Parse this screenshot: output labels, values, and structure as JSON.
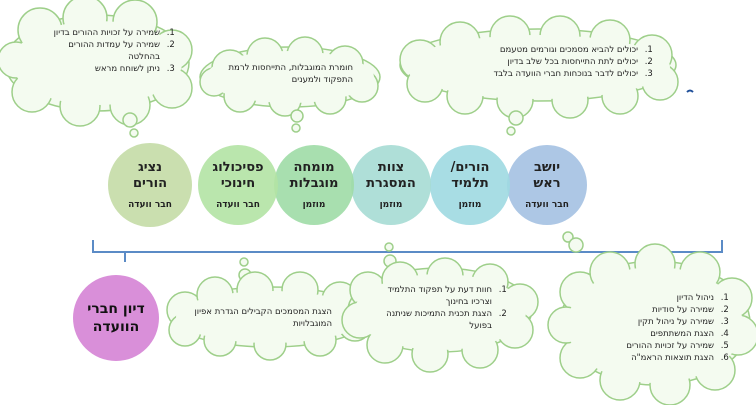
{
  "roles": [
    {
      "title1": "יושב",
      "title2": "ראש",
      "sub": "חבר וועדה"
    },
    {
      "title1": "הורים/",
      "title2": "תלמיד",
      "sub": "מוזמן"
    },
    {
      "title1": "צוות",
      "title2": "המסגרת",
      "sub": "מוזמן"
    },
    {
      "title1": "מומחה",
      "title2": "מוגבלות",
      "sub": "מוזמן"
    },
    {
      "title1": "פסיכולוג",
      "title2": "חינוכי",
      "sub": "חבר וועדה"
    },
    {
      "title1": "נציג",
      "title2": "הורים",
      "sub": "חבר וועדה"
    }
  ],
  "clouds": {
    "parent_rep": [
      "שמירה על זכויות ההורים בדיון",
      "שמירה על עמדות ההורים בהחלטה",
      "ניתן לשוחח מראש"
    ],
    "expert": "חומרת המוגבלות, התייחסות לרמת התפקוד ולמענים",
    "parents": [
      "יכולים להביא מסמכים וגורמים מטעמם",
      "יכולים לתת התייחסות בכל שלב בדיון",
      "יכולים לדבר בנוכחות חברי הוועדה בלבד"
    ],
    "psychologist": "הצגת המסמכים הקבילים הגדרת אפיון המוגבלויות",
    "staff": [
      "חוות דעת על תפקוד התלמיד וצרכיו בחינוך",
      "הצגת תכנית התמיכות שניתנה בפועל"
    ],
    "chair": [
      "ניהול הדיון",
      "שמירה על סודיות",
      "שמירה על ניהול תקין",
      "הצגת המשתתפים",
      "שמירה על זכויות ההורים",
      "הצגת תוצאות הראמ\"ה"
    ]
  },
  "meeting": {
    "line1": "דיון חברי",
    "line2": "הוועדה"
  },
  "colors": {
    "chair": "#a9c4e4",
    "parents": "#9fd9e1",
    "staff": "#a6dcd4",
    "expert": "#9edca6",
    "psychologist": "#b2e3a4",
    "parent_rep": "#c4dca6",
    "cloud_fill": "#f4fbf0",
    "cloud_stroke": "#9ecf8a",
    "bracket": "#5b8bc6",
    "meeting": "#d98fd9"
  }
}
